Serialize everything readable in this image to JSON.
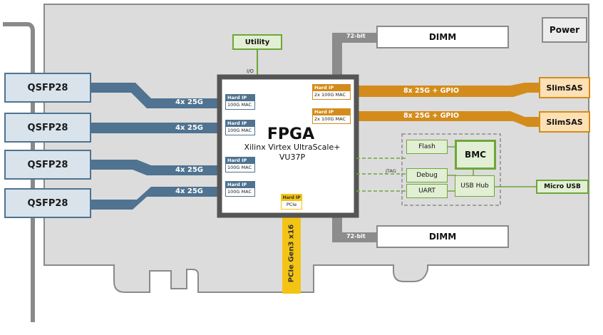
{
  "fpga": {
    "title": "FPGA",
    "line1": "Xilinx Virtex UltraScale+",
    "line2": "VU37P"
  },
  "qsfp": [
    {
      "label": "QSFP28",
      "link": "4x 25G",
      "hard_ip": "Hard IP",
      "mac": "100G MAC"
    },
    {
      "label": "QSFP28",
      "link": "4x 25G",
      "hard_ip": "Hard IP",
      "mac": "100G MAC"
    },
    {
      "label": "QSFP28",
      "link": "4x 25G",
      "hard_ip": "Hard IP",
      "mac": "100G MAC"
    },
    {
      "label": "QSFP28",
      "link": "4x 25G",
      "hard_ip": "Hard IP",
      "mac": "100G MAC"
    }
  ],
  "slimsas": [
    {
      "label": "SlimSAS",
      "link": "8x 25G + GPIO",
      "hard_ip": "Hard IP",
      "mac": "2x 100G MAC"
    },
    {
      "label": "SlimSAS",
      "link": "8x 25G + GPIO",
      "hard_ip": "Hard IP",
      "mac": "2x 100G MAC"
    }
  ],
  "dimm_top": {
    "label": "DIMM",
    "bus": "72-bit"
  },
  "dimm_bottom": {
    "label": "DIMM",
    "bus": "72-bit"
  },
  "utility": {
    "label": "Utility",
    "io": "I/O"
  },
  "power": {
    "label": "Power"
  },
  "pcie": {
    "hard_ip": "Hard IP",
    "label": "PCIe",
    "bus": "PCIe Gen3 x16"
  },
  "bmc_block": {
    "flash": "Flash",
    "bmc": "BMC",
    "debug": "Debug",
    "uart": "UART",
    "usb_hub": "USB Hub",
    "jtag": "JTAG",
    "micro_usb": "Micro USB"
  },
  "colors": {
    "board": "#dcdcdc",
    "board_edge": "#8a8a8a",
    "blue_port": "#d9e3ec",
    "blue_border": "#4f7390",
    "blue_trace": "#4f7390",
    "orange_port": "#fde0b4",
    "orange_border": "#d38c1b",
    "orange_trace": "#d38c1b",
    "green": "#6ea638",
    "green_fill": "#e2efd4",
    "yellow": "#f4c414",
    "gray_trace": "#8c8c8c"
  }
}
